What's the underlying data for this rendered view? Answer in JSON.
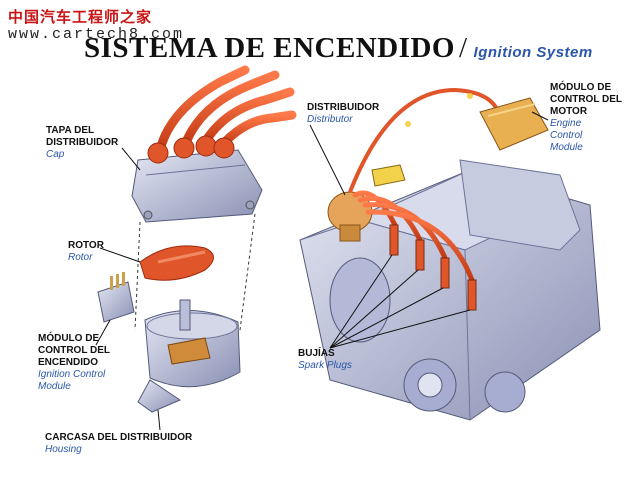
{
  "watermark": {
    "chinese": "中国汽车工程师之家",
    "url": "www.cartech8.com"
  },
  "title": {
    "main": "SISTEMA DE ENCENDIDO",
    "separator": "/",
    "english": "Ignition System"
  },
  "labels": {
    "cap": {
      "es": "TAPA DEL DISTRIBUIDOR",
      "en": "Cap"
    },
    "rotor": {
      "es": "ROTOR",
      "en": "Rotor"
    },
    "module": {
      "es": "MÓDULO DE CONTROL DEL ENCENDIDO",
      "en": "Ignition Control Module"
    },
    "housing": {
      "es": "CARCASA DEL DISTRIBUIDOR",
      "en": "Housing"
    },
    "distributor": {
      "es": "DISTRIBUIDOR",
      "en": "Distributor"
    },
    "ecm": {
      "es": "MÓDULO DE CONTROL DEL MOTOR",
      "en": "Engine Control Module"
    },
    "plugs": {
      "es": "BUJÍAS",
      "en": "Spark Plugs"
    }
  },
  "colors": {
    "wire": "#d8471f",
    "metal": "#b9bfd8",
    "metal_dark": "#7c83a8",
    "module": "#e8b050",
    "accent_text": "#2a56a8"
  }
}
